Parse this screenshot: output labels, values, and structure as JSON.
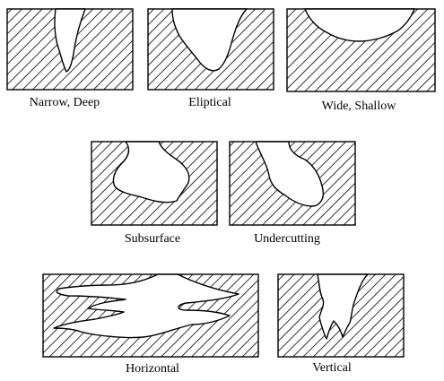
{
  "figure": {
    "colors": {
      "ink": "#000000",
      "paper": "#ffffff"
    },
    "panels": [
      {
        "id": "narrow-deep",
        "label": "Narrow, Deep"
      },
      {
        "id": "eliptical",
        "label": "Eliptical"
      },
      {
        "id": "wide-shallow",
        "label": "Wide, Shallow"
      },
      {
        "id": "subsurface",
        "label": "Subsurface"
      },
      {
        "id": "undercutting",
        "label": "Undercutting"
      },
      {
        "id": "horizontal",
        "label": "Horizontal"
      },
      {
        "id": "vertical",
        "label": "Vertical"
      }
    ]
  }
}
